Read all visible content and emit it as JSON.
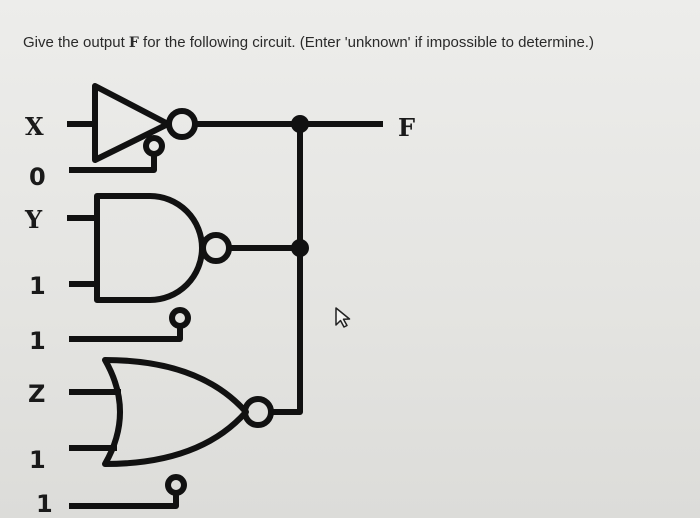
{
  "question": {
    "prefix": "Give the output ",
    "variable": "F",
    "suffix": " for the following circuit. (Enter 'unknown' if impossible to determine.)"
  },
  "inputs": [
    {
      "id": "input-x",
      "label": "X"
    },
    {
      "id": "input-0",
      "label": "0"
    },
    {
      "id": "input-y",
      "label": "Y"
    },
    {
      "id": "input-1a",
      "label": "1"
    },
    {
      "id": "input-1b",
      "label": "1"
    },
    {
      "id": "input-z",
      "label": "Z"
    },
    {
      "id": "input-1c",
      "label": "1"
    },
    {
      "id": "input-1d",
      "label": "1"
    }
  ],
  "output": {
    "label": "F"
  },
  "icons": {
    "cursor": "mouse-pointer-icon"
  }
}
